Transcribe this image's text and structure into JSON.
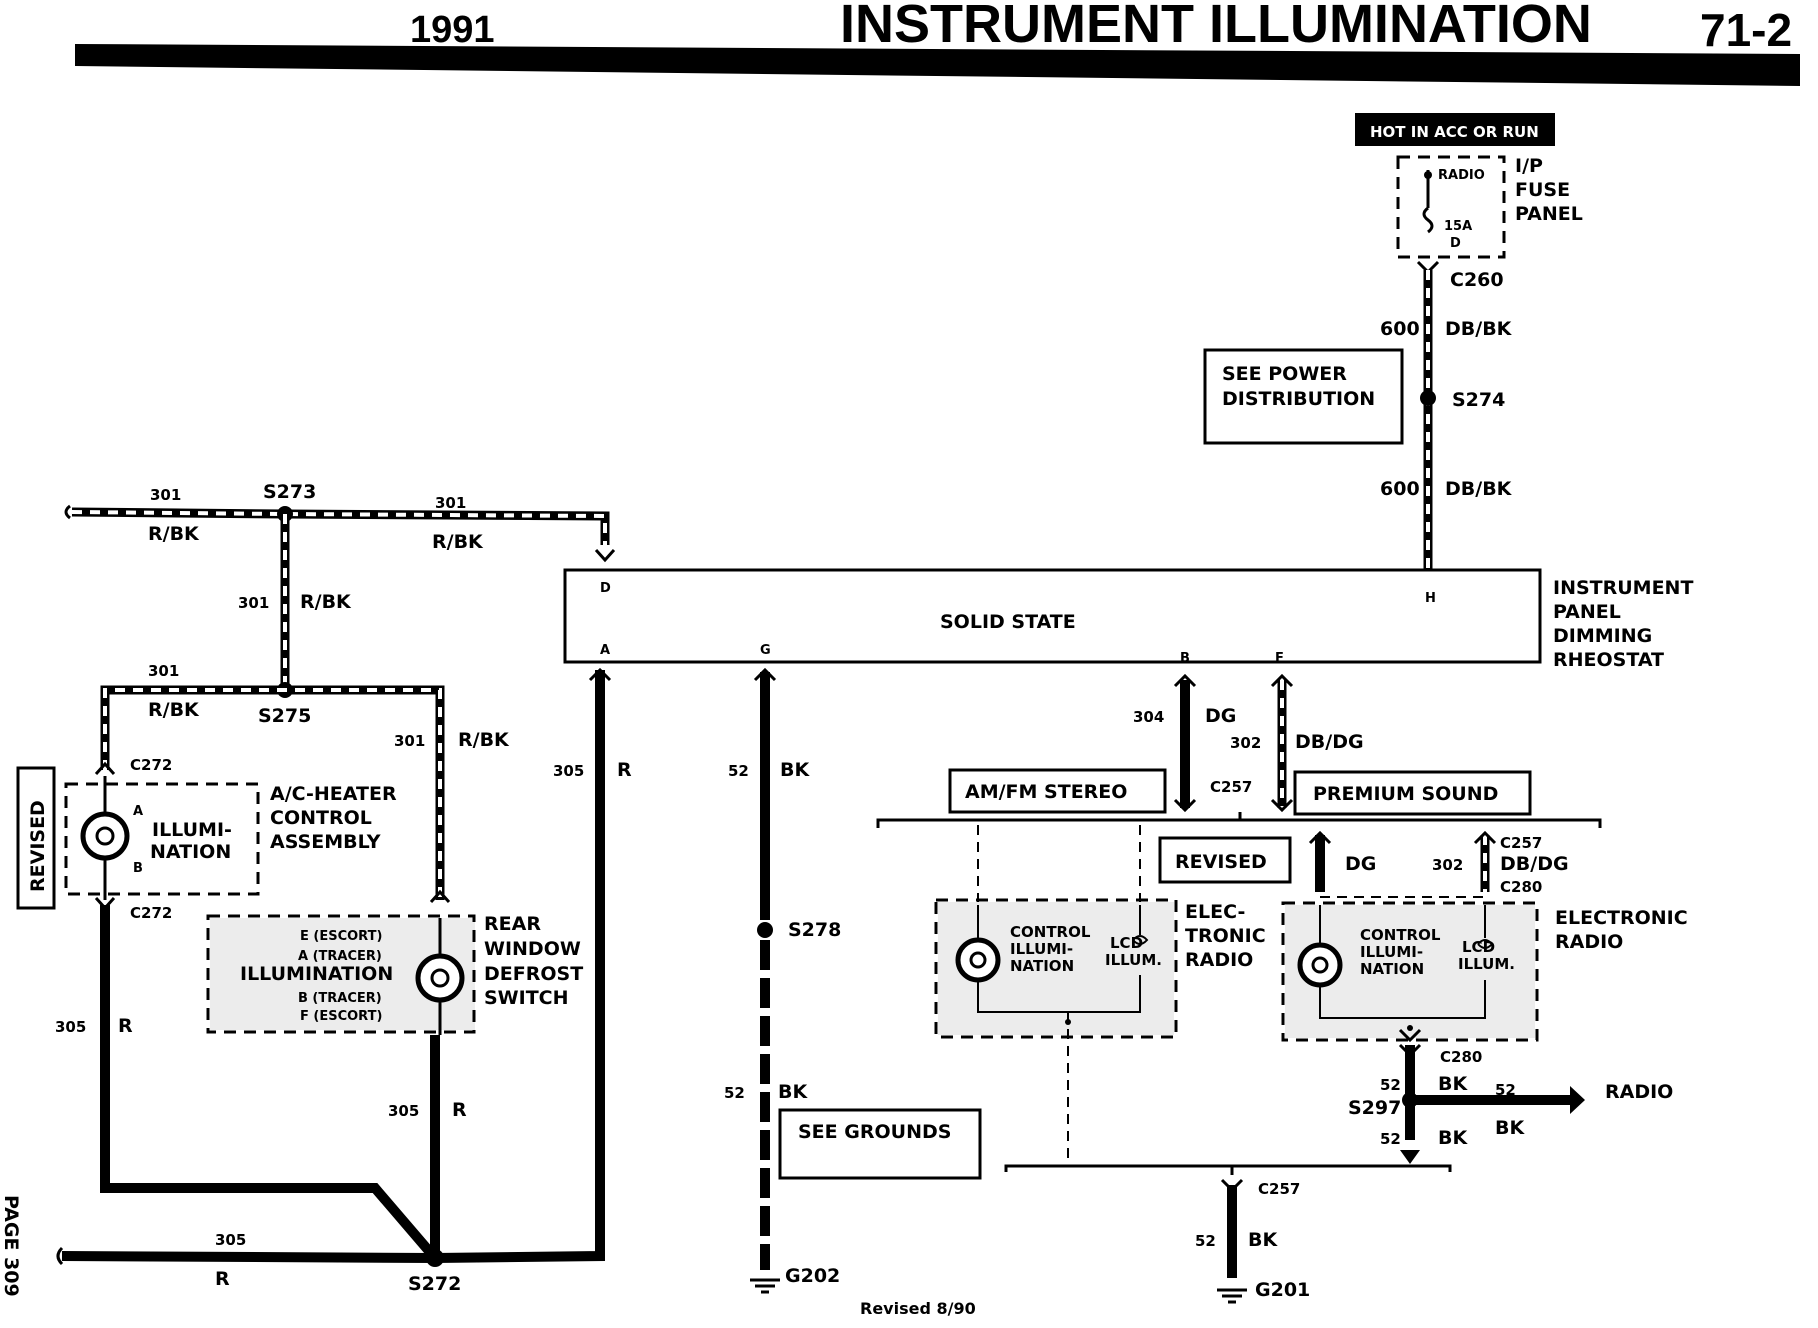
{
  "header": {
    "year": "1991",
    "title": "INSTRUMENT ILLUMINATION",
    "page_code": "71-2"
  },
  "side": {
    "page": "PAGE 309",
    "revised_tag": "REVISED"
  },
  "footer": {
    "revised": "Revised 8/90"
  },
  "power": {
    "hot_label": "HOT IN ACC OR RUN",
    "fuse_name": "RADIO",
    "fuse_rating": "15A",
    "fuse_pin": "D",
    "panel_l1": "I/P",
    "panel_l2": "FUSE",
    "panel_l3": "PANEL",
    "connector": "C260",
    "splice": "S274",
    "see_power_l1": "SEE POWER",
    "see_power_l2": "DISTRIBUTION"
  },
  "rheostat": {
    "body": "SOLID STATE",
    "name_l1": "INSTRUMENT",
    "name_l2": "PANEL",
    "name_l3": "DIMMING",
    "name_l4": "RHEOSTAT",
    "pin_d": "D",
    "pin_a": "A",
    "pin_g": "G",
    "pin_h": "H",
    "pin_b": "B",
    "pin_f": "F"
  },
  "wires": {
    "c600": "600",
    "dbbk": "DB/BK",
    "c301": "301",
    "rbk": "R/BK",
    "c305": "305",
    "r": "R",
    "c52": "52",
    "bk": "BK",
    "c304": "304",
    "dg": "DG",
    "c302": "302",
    "dbdg": "DB/DG"
  },
  "splices": {
    "s273": "S273",
    "s275": "S275",
    "s272": "S272",
    "s278": "S278",
    "s297": "S297"
  },
  "connectors": {
    "c272": "C272",
    "c257": "C257",
    "c280": "C280"
  },
  "grounds": {
    "g202": "G202",
    "g201": "G201",
    "see_grounds": "SEE GROUNDS"
  },
  "ac_heater": {
    "pin_a": "A",
    "pin_b": "B",
    "illum_l1": "ILLUMI-",
    "illum_l2": "NATION",
    "name_l1": "A/C-HEATER",
    "name_l2": "CONTROL",
    "name_l3": "ASSEMBLY"
  },
  "defrost": {
    "pin_e": "E (ESCORT)",
    "pin_a": "A (TRACER)",
    "illum": "ILLUMINATION",
    "pin_b": "B (TRACER)",
    "pin_f": "F (ESCORT)",
    "name_l1": "REAR",
    "name_l2": "WINDOW",
    "name_l3": "DEFROST",
    "name_l4": "SWITCH"
  },
  "radio": {
    "amfm": "AM/FM STEREO",
    "premium": "PREMIUM SOUND",
    "revised": "REVISED",
    "ctrl_l1": "CONTROL",
    "ctrl_l2": "ILLUMI-",
    "ctrl_l3": "NATION",
    "lcd_l1": "LCD",
    "lcd_l2": "ILLUM.",
    "elec_l1": "ELEC-",
    "elec_l2": "TRONIC",
    "elec_l3": "RADIO",
    "electronic_l1": "ELECTRONIC",
    "electronic_l2": "RADIO",
    "radio_feed": "RADIO"
  }
}
